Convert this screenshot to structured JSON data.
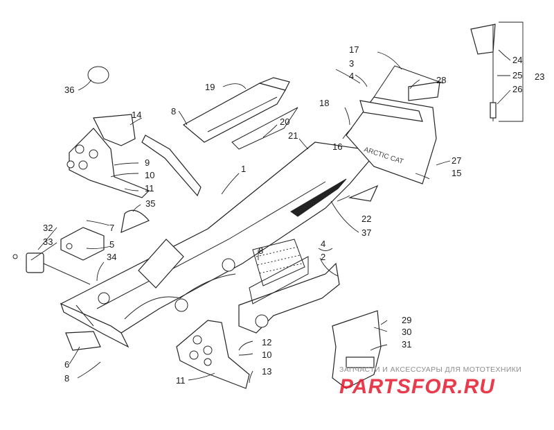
{
  "callouts": {
    "c1": "1",
    "c2": "2",
    "c3": "3",
    "c4a": "4",
    "c4b": "4",
    "c5": "5",
    "c6": "6",
    "c7": "7",
    "c8a": "8",
    "c8b": "8",
    "c8c": "8",
    "c9": "9",
    "c10a": "10",
    "c10b": "10",
    "c11a": "11",
    "c11b": "11",
    "c12": "12",
    "c13": "13",
    "c14": "14",
    "c15": "15",
    "c16": "16",
    "c17": "17",
    "c18": "18",
    "c19": "19",
    "c20": "20",
    "c21": "21",
    "c22": "22",
    "c23": "23",
    "c24": "24",
    "c25": "25",
    "c26": "26",
    "c27": "27",
    "c28": "28",
    "c29": "29",
    "c30": "30",
    "c31": "31",
    "c32": "32",
    "c33": "33",
    "c34": "34",
    "c35": "35",
    "c36": "36",
    "c37": "37"
  },
  "watermark": {
    "tagline": "ЗАПЧАСТИ И АКСЕССУАРЫ ДЛЯ МОТОТЕХНИКИ",
    "logo_text": "PARTSFOR.RU",
    "logo_color": "#e5192d"
  },
  "bumper_decal": "ARCTIC CAT"
}
